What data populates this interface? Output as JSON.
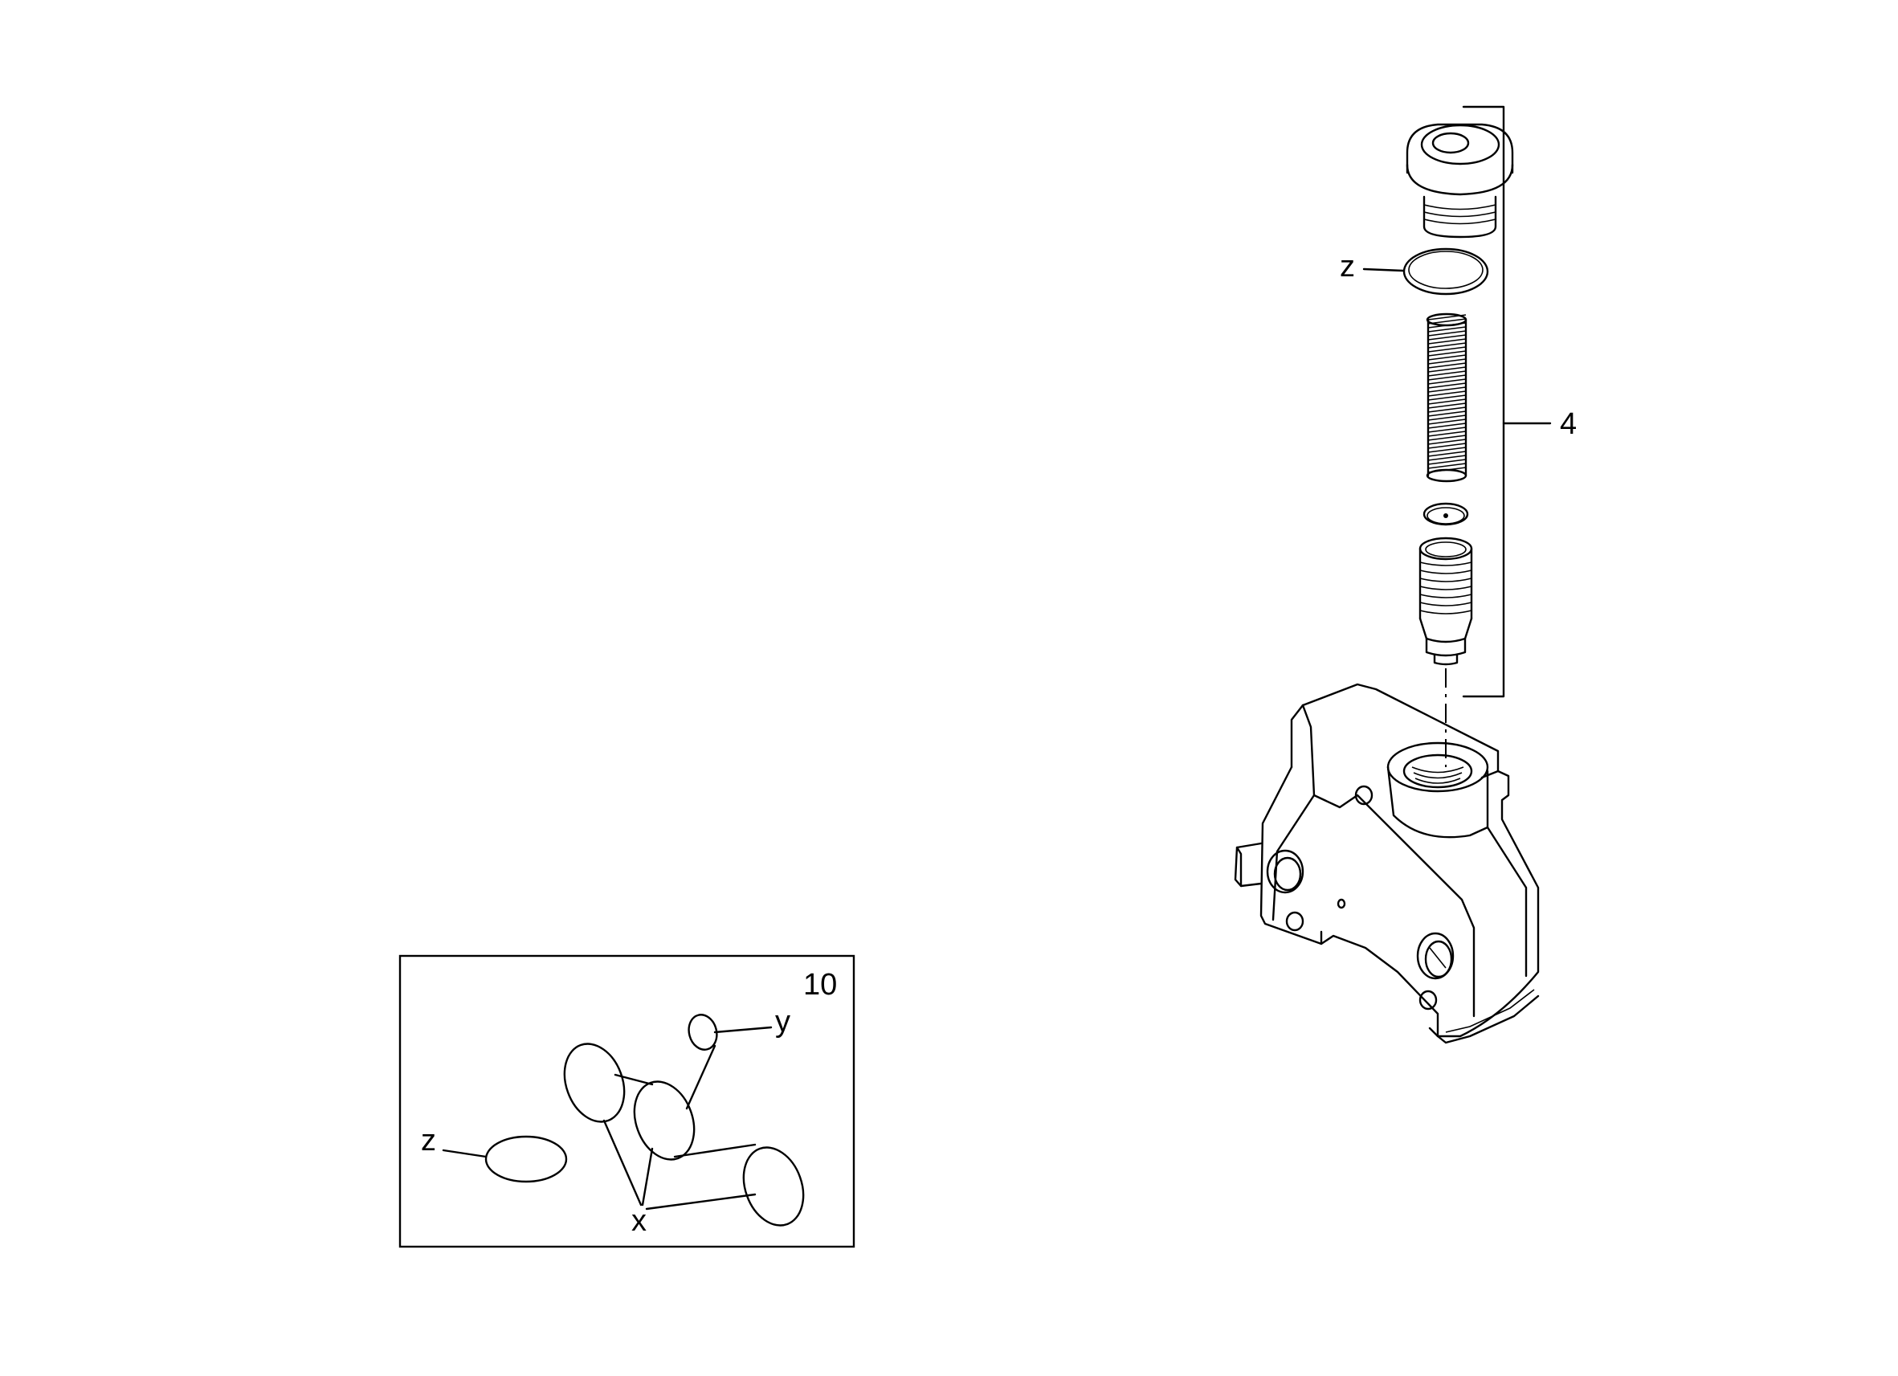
{
  "labels": {
    "assembly_number": "4",
    "inset_number": "10",
    "oring_label_main": "z",
    "inset_label_z": "z",
    "inset_label_y": "y",
    "inset_label_x": "x"
  }
}
